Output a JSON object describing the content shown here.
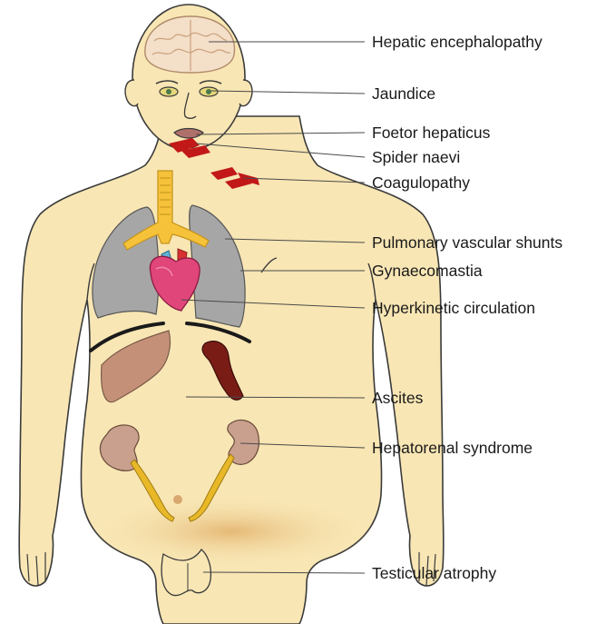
{
  "labels": {
    "hepatic_encephalopathy": "Hepatic encephalopathy",
    "jaundice": "Jaundice",
    "foetor_hepaticus": "Foetor hepaticus",
    "spider_naevi": "Spider naevi",
    "coagulopathy": "Coagulopathy",
    "pulmonary_vascular_shunts": "Pulmonary vascular shunts",
    "gynaecomastia": "Gynaecomastia",
    "hyperkinetic_circulation": "Hyperkinetic circulation",
    "ascites": "Ascites",
    "hepatorenal_syndrome": "Hepatorenal syndrome",
    "testicular_atrophy": "Testicular atrophy"
  },
  "colors": {
    "skin": "#f8e6b4",
    "outline": "#3a3a3a",
    "brain": "#f4dfc8",
    "lung": "#a6a6a6",
    "heart": "#e0467a",
    "liver": "#c49178",
    "spleen": "#7a1c16",
    "kidney": "#c9a08e",
    "ureter": "#e8b828",
    "spider": "#c21818"
  }
}
